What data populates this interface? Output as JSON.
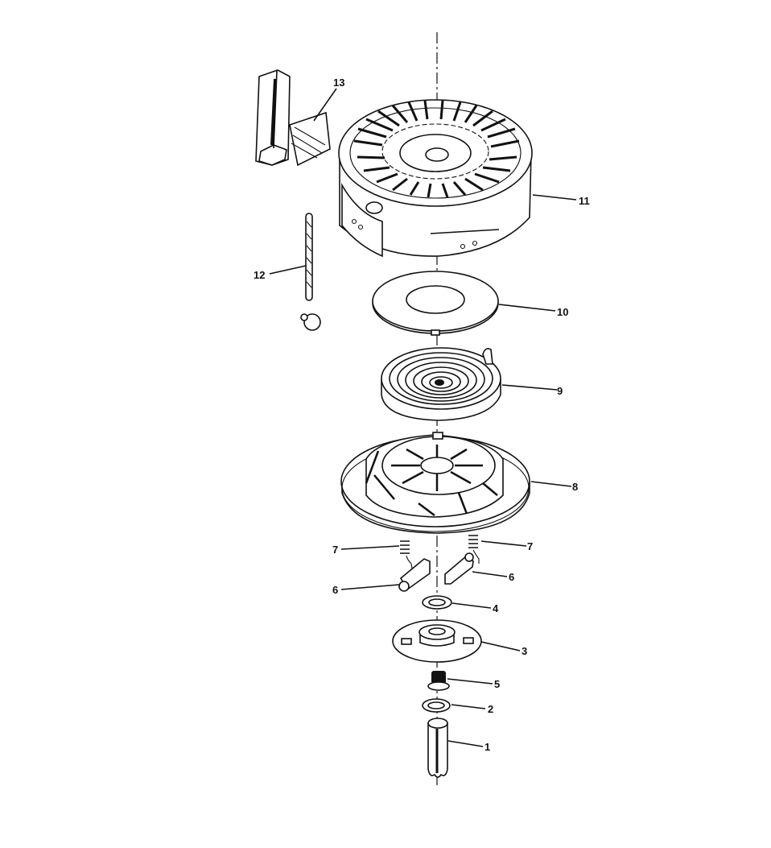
{
  "diagram": {
    "type": "exploded-parts-diagram",
    "subject": "recoil starter assembly",
    "parts": [
      {
        "id": "1",
        "label": "1",
        "description": "center pin / shaft"
      },
      {
        "id": "2",
        "label": "2",
        "description": "washer"
      },
      {
        "id": "3",
        "label": "3",
        "description": "retainer plate"
      },
      {
        "id": "4",
        "label": "4",
        "description": "washer"
      },
      {
        "id": "5",
        "label": "5",
        "description": "spring"
      },
      {
        "id": "6a",
        "label": "6",
        "description": "pawl (left)"
      },
      {
        "id": "6b",
        "label": "6",
        "description": "pawl (right)"
      },
      {
        "id": "7a",
        "label": "7",
        "description": "pawl spring (left)"
      },
      {
        "id": "7b",
        "label": "7",
        "description": "pawl spring (right)"
      },
      {
        "id": "8",
        "label": "8",
        "description": "pulley"
      },
      {
        "id": "9",
        "label": "9",
        "description": "recoil spring"
      },
      {
        "id": "10",
        "label": "10",
        "description": "spring cover plate"
      },
      {
        "id": "11",
        "label": "11",
        "description": "starter housing"
      },
      {
        "id": "12",
        "label": "12",
        "description": "starter rope with knot"
      },
      {
        "id": "13",
        "label": "13",
        "description": "starter handle"
      }
    ]
  }
}
